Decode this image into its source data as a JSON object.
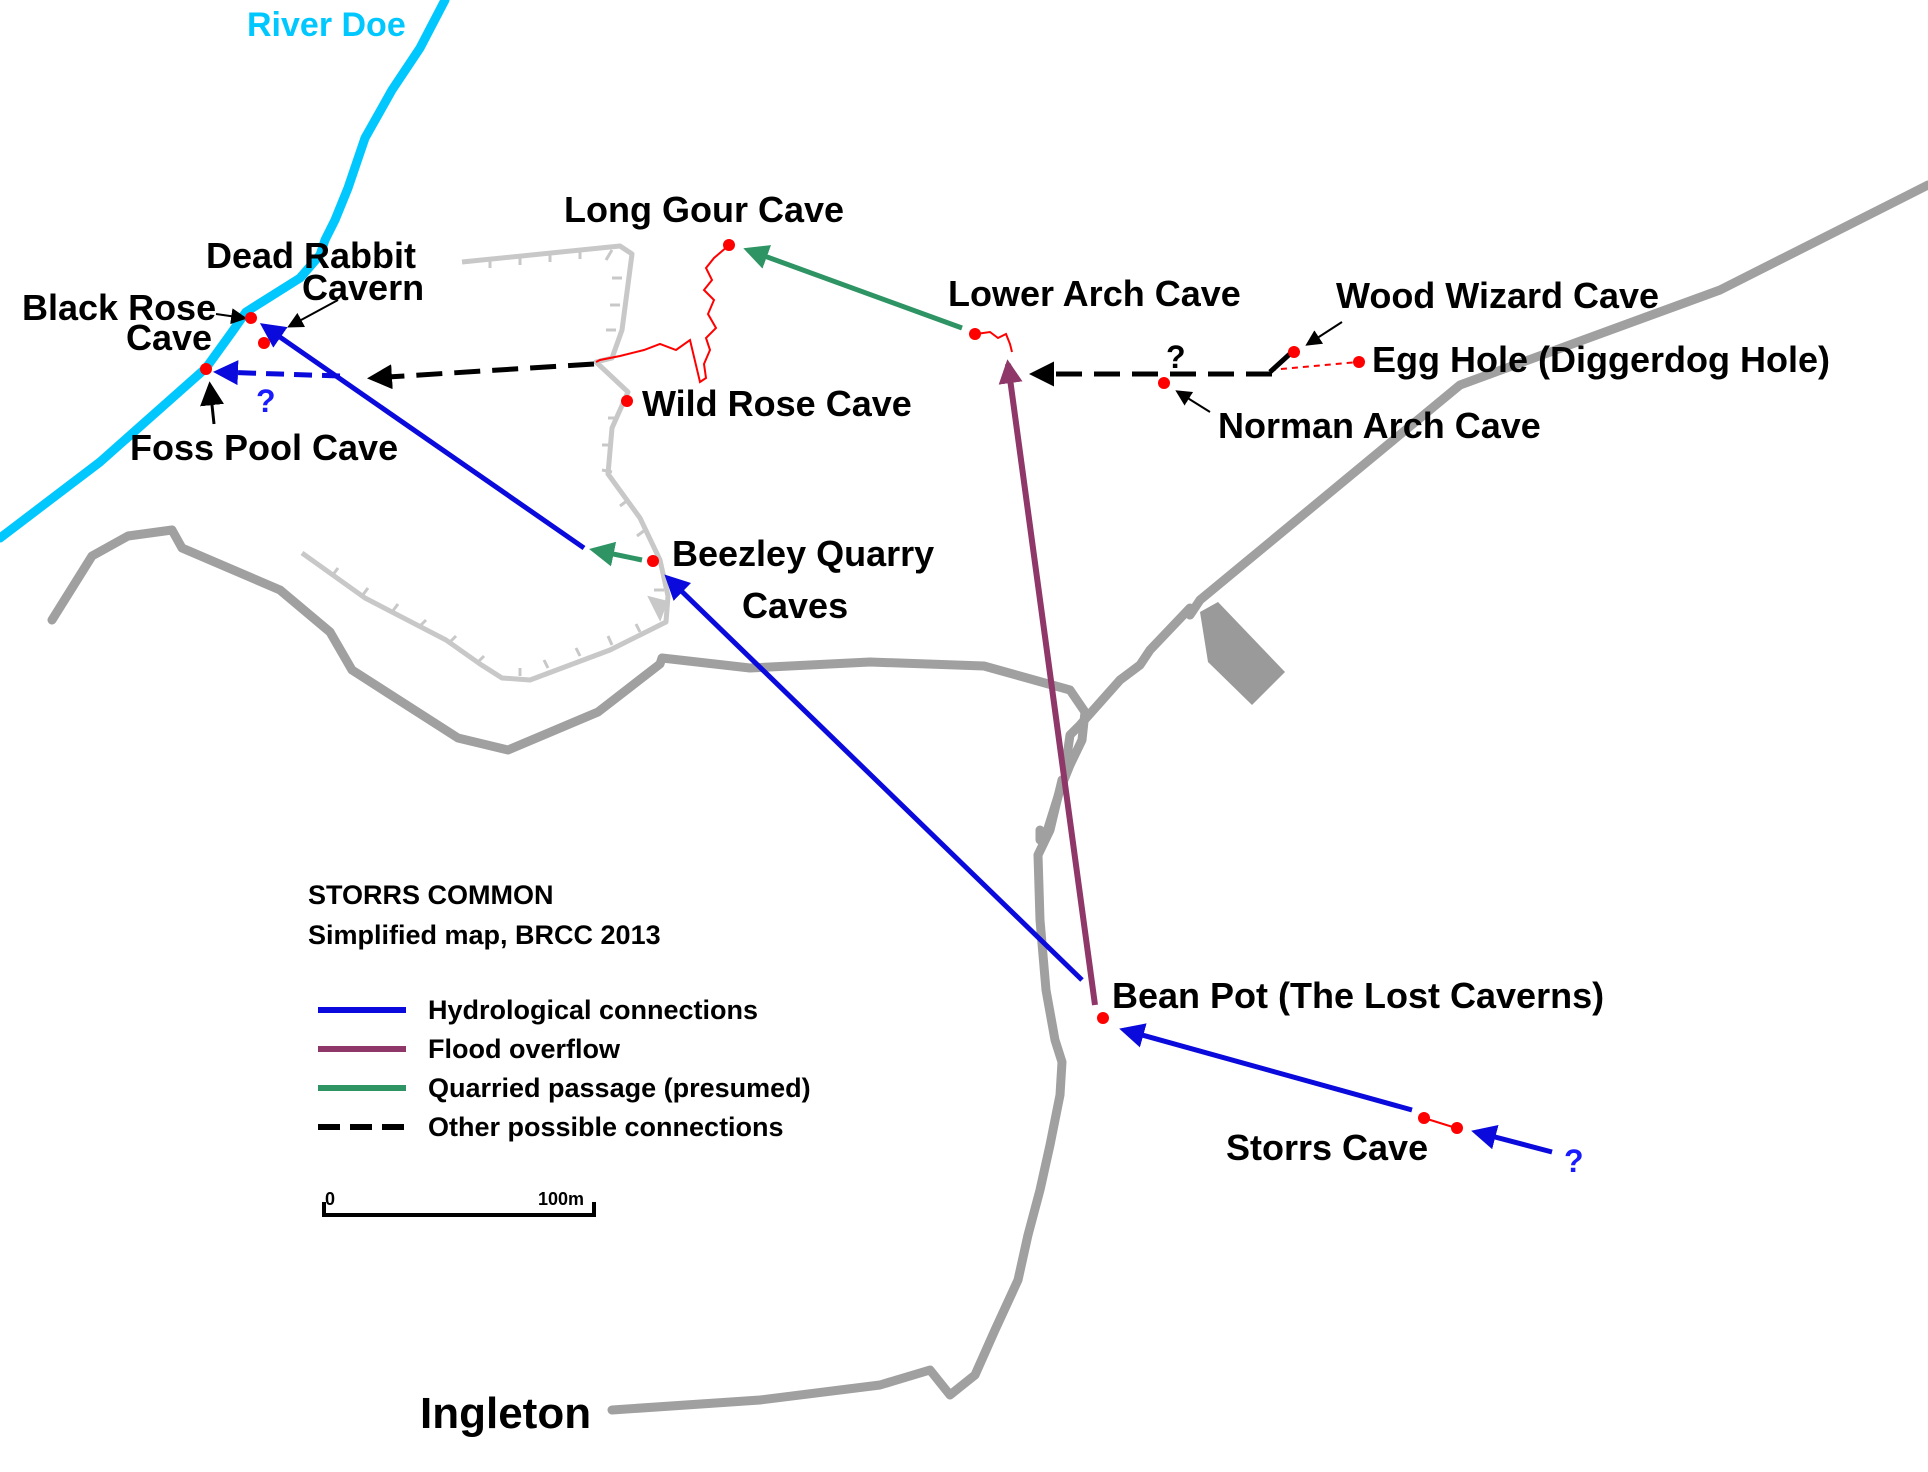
{
  "map": {
    "river": {
      "name": "River Doe",
      "color": "#00c8ff"
    },
    "town": {
      "name": "Ingleton"
    },
    "legend": {
      "title": "STORRS COMMON",
      "subtitle": "Simplified map, BRCC 2013",
      "items": [
        {
          "label": "Hydrological connections",
          "color": "#0a0adc",
          "style": "solid"
        },
        {
          "label": "Flood overflow",
          "color": "#8e3768",
          "style": "solid"
        },
        {
          "label": "Quarried passage (presumed)",
          "color": "#2e9464",
          "style": "solid"
        },
        {
          "label": "Other possible connections",
          "color": "#000000",
          "style": "dashed"
        }
      ]
    },
    "scale_bar": {
      "start_label": "0",
      "end_label": "100m"
    },
    "caves": {
      "long_gour": "Long Gour Cave",
      "dead_rabbit_1": "Dead Rabbit",
      "dead_rabbit_2": "Cavern",
      "black_rose_1": "Black Rose",
      "black_rose_2": "Cave",
      "foss_pool": "Foss Pool Cave",
      "wild_rose": "Wild Rose Cave",
      "lower_arch": "Lower Arch Cave",
      "wood_wizard": "Wood Wizard Cave",
      "egg_hole": "Egg Hole (Diggerdog Hole)",
      "norman_arch": "Norman Arch Cave",
      "beezley_1": "Beezley Quarry",
      "beezley_2": "Caves",
      "bean_pot": "Bean Pot (The Lost Caverns)",
      "storrs": "Storrs Cave"
    },
    "unknown_marks": {
      "blue_q": "?",
      "black_q": "?"
    },
    "colors": {
      "road": "#a0a0a0",
      "quarry_edge": "#c8c8c8",
      "cave_entrance": "#ff0000",
      "hydro": "#0a0adc",
      "flood": "#8e3768",
      "quarried": "#2e9464",
      "possible": "#000000"
    }
  }
}
